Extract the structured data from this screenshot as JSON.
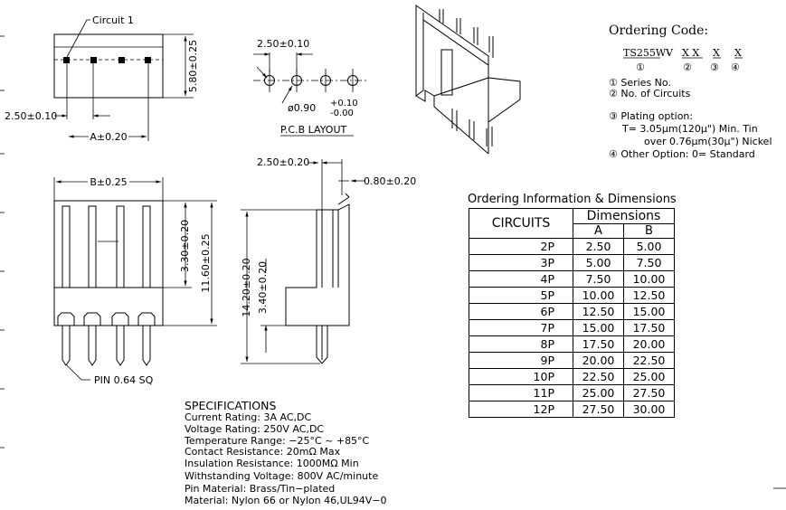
{
  "top_view": {
    "circuit_label": "Circuit 1",
    "pitch_dim": "2.50±0.10",
    "a_dim": "A±0.20",
    "height_dim": "5.80±0.25"
  },
  "pcb_layout": {
    "pitch_dim": "2.50±0.10",
    "hole_dia_prefix": "ø0.90",
    "tol_plus": "+0.10",
    "tol_minus": "-0.00",
    "caption": "P.C.B LAYOUT"
  },
  "front_view": {
    "b_dim": "B±0.25",
    "dim_330": "3.30±0.20",
    "dim_1160": "11.60±0.25",
    "pin_label": "PIN 0.64 SQ"
  },
  "side_view": {
    "dim_250": "2.50±0.20",
    "dim_080": "0.80±0.20",
    "dim_1420": "14.20±0.20",
    "dim_340": "3.40±0.20"
  },
  "ordering_code": {
    "title": "Ordering Code:",
    "series_code": "TS255WV",
    "dash": "-",
    "xx": "X X",
    "x3": "X",
    "x4": "X",
    "n1": "①",
    "n2": "②",
    "n3": "③",
    "n4": "④",
    "line1": "① Series No.",
    "line2": "② No. of Circuits",
    "line3": "③ Plating option:",
    "line4": "T= 3.05μm(120μ\") Min. Tin",
    "line5": "over 0.76μm(30μ\") Nickel",
    "line6": "④ Other Option: 0= Standard"
  },
  "table": {
    "title": "Ordering Information & Dimensions",
    "col_circuits": "CIRCUITS",
    "col_dimensions": "Dimensions",
    "col_a": "A",
    "col_b": "B",
    "rows": [
      {
        "c": "2P",
        "a": "2.50",
        "b": "5.00"
      },
      {
        "c": "3P",
        "a": "5.00",
        "b": "7.50"
      },
      {
        "c": "4P",
        "a": "7.50",
        "b": "10.00"
      },
      {
        "c": "5P",
        "a": "10.00",
        "b": "12.50"
      },
      {
        "c": "6P",
        "a": "12.50",
        "b": "15.00"
      },
      {
        "c": "7P",
        "a": "15.00",
        "b": "17.50"
      },
      {
        "c": "8P",
        "a": "17.50",
        "b": "20.00"
      },
      {
        "c": "9P",
        "a": "20.00",
        "b": "22.50"
      },
      {
        "c": "10P",
        "a": "22.50",
        "b": "25.00"
      },
      {
        "c": "11P",
        "a": "25.00",
        "b": "27.50"
      },
      {
        "c": "12P",
        "a": "27.50",
        "b": "30.00"
      }
    ]
  },
  "specifications": {
    "title": "SPECIFICATIONS",
    "lines": [
      "Current Rating: 3A AC,DC",
      "Voltage Rating: 250V AC,DC",
      "Temperature Range: −25°C ~ +85°C",
      "Contact Resistance: 20mΩ Max",
      "Insulation Resistance: 1000MΩ Min",
      "Withstanding Voltage: 800V AC/minute",
      "Pin Material: Brass/Tin−plated",
      "Material: Nylon 66 or Nylon 46,UL94V−0"
    ]
  }
}
